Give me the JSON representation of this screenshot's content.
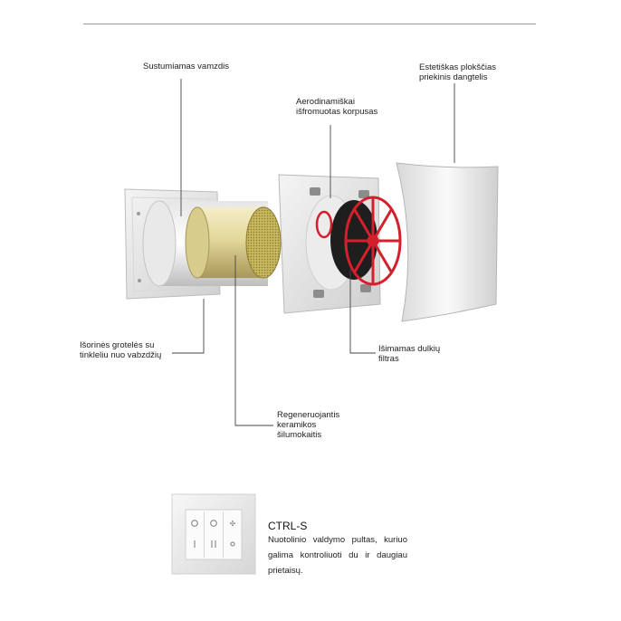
{
  "callouts": {
    "telescopic_pipe": [
      "Sustumiamas vamzdis"
    ],
    "aero_housing": [
      "Aerodinamiškai",
      "išfromuotas korpusas"
    ],
    "front_cover": [
      "Estetiškas plokščias",
      "priekinis dangtelis"
    ],
    "outer_grille": [
      "Išorinės grotelės su",
      "tinkleliu nuo vabzdžių"
    ],
    "dust_filter": [
      "Išimamas dulkių",
      "filtras"
    ],
    "ceramic_exchanger": [
      "Regeneruojantis",
      "keramikos",
      "šilumokaitis"
    ]
  },
  "ctrl": {
    "title": "CTRL-S",
    "description": "Nuotolinio valdymo pultas, kuriuo galima kontroliuoti du ir daugiau prietaisų."
  },
  "colors": {
    "ring_red": "#d4202c",
    "core_yellow": "#e3d89a",
    "rule_gray": "#9a9a9a"
  }
}
